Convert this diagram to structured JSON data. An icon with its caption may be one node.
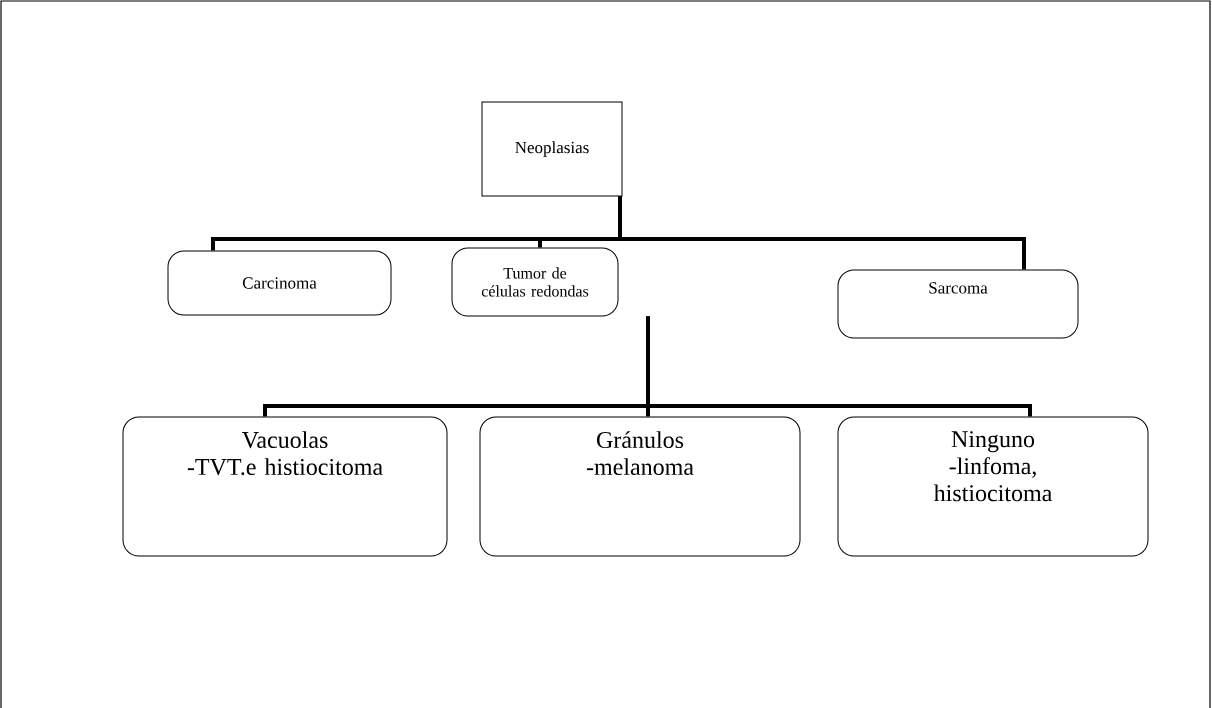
{
  "diagram": {
    "nodes": [
      {
        "text": [
          "Neoplasias"
        ]
      },
      {
        "text": [
          "Carcinoma"
        ]
      },
      {
        "text": [
          "Tumor de células redondas"
        ]
      },
      {
        "text": [
          "Sarcoma"
        ]
      },
      {
        "text": [
          "Vacuolas",
          "-TVT.e histiocitoma"
        ]
      },
      {
        "text": [
          "Gránulos",
          "-melanoma"
        ]
      },
      {
        "text": [
          "Ninguno",
          "-linfoma, histiocitoma"
        ]
      }
    ],
    "edges": [
      {
        "from": 0,
        "to": 1,
        "arrow": "none"
      },
      {
        "from": 0,
        "to": 2,
        "arrow": "none"
      },
      {
        "from": 0,
        "to": 3,
        "arrow": "none"
      },
      {
        "from": 2,
        "to": 4,
        "arrow": "none"
      },
      {
        "from": 2,
        "to": 5,
        "arrow": "none"
      },
      {
        "from": 2,
        "to": 6,
        "arrow": "none"
      }
    ]
  }
}
